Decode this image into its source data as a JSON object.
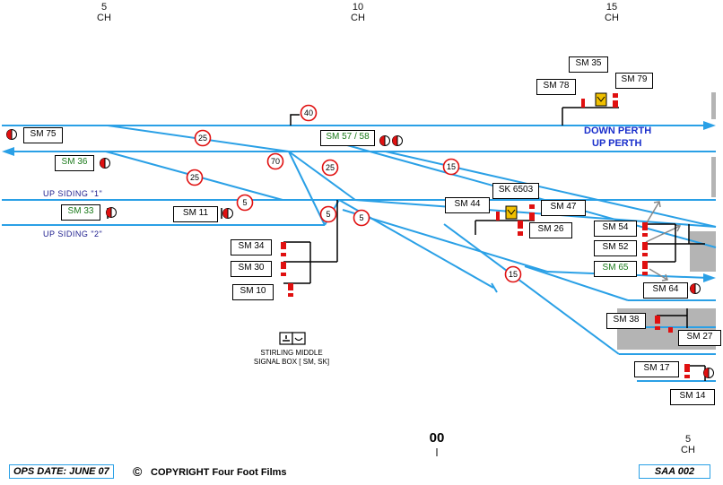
{
  "chainages": [
    {
      "num": "5",
      "unit": "CH"
    },
    {
      "num": "10",
      "unit": "CH"
    },
    {
      "num": "15",
      "unit": "CH"
    },
    {
      "num": "5",
      "unit": "CH"
    }
  ],
  "signals": {
    "sm35": "SM 35",
    "sm78": "SM 78",
    "sm79": "SM 79",
    "sm75": "SM 75",
    "sm57_58": "SM 57 / 58",
    "sm36": "SM 36",
    "sm33": "SM 33",
    "sm11": "SM 11",
    "sm34": "SM 34",
    "sm30": "SM 30",
    "sm10": "SM 10",
    "sm44": "SM 44",
    "sk6503": "SK 6503",
    "sm47": "SM 47",
    "sm26": "SM 26",
    "sm54": "SM 54",
    "sm52": "SM 52",
    "sm65": "SM 65",
    "sm64": "SM 64",
    "sm38": "SM 38",
    "sm27": "SM 27",
    "sm17": "SM 17",
    "sm14": "SM 14"
  },
  "speeds": {
    "s40": "40",
    "s25a": "25",
    "s70": "70",
    "s25b": "25",
    "s25c": "25",
    "s15a": "15",
    "s5a": "5",
    "s5b": "5",
    "s5c": "5",
    "s15b": "15"
  },
  "lines": {
    "down": "DOWN PERTH",
    "up": "UP PERTH",
    "siding1": "UP SIDING \"1\"",
    "siding2": "UP SIDING \"2\""
  },
  "signal_box": {
    "line1": "STIRLING MIDDLE",
    "line2": "SIGNAL BOX [ SM, SK]"
  },
  "mileage": "00",
  "footer": {
    "ops_date": "OPS DATE: JUNE 07",
    "copyright_symbol": "©",
    "copyright": "COPYRIGHT Four Foot Films",
    "ref": "SAA 002"
  },
  "colors": {
    "track": "#2aa0e6",
    "signal_red": "#e01010",
    "platform_grey": "#b4b4b4",
    "label_blue": "#1a2fcc",
    "green_text": "#1a7a1a",
    "ground_yellow": "#f0c000"
  }
}
